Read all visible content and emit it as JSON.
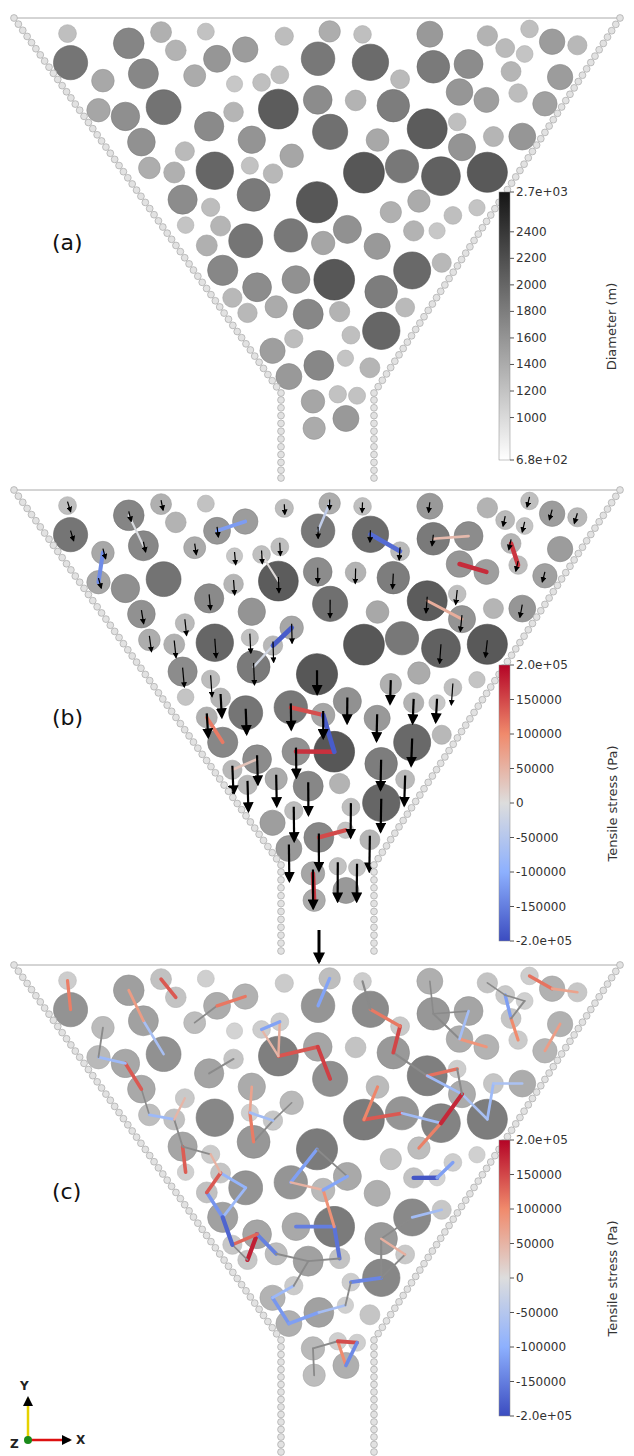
{
  "diagram": {
    "labels": [
      "(a)",
      "2.7e+03",
      "2400",
      "2200",
      "2000",
      "1800",
      "1600",
      "1400",
      "1200",
      "1000",
      "6.8e+02",
      "Diameter (m)",
      "(b)",
      "2.0e+05",
      "150000",
      "100000",
      "50000",
      "0",
      "-50000",
      "-100000",
      "-150000",
      "-2.0e+05",
      "Tensile stress (Pa)",
      "(c)",
      "2.0e+05",
      "150000",
      "100000",
      "50000",
      "0",
      "-50000",
      "-100000",
      "-150000",
      "-2.0e+05",
      "Tensile stress (Pa)",
      "Y",
      "Z",
      "X"
    ]
  }
}
